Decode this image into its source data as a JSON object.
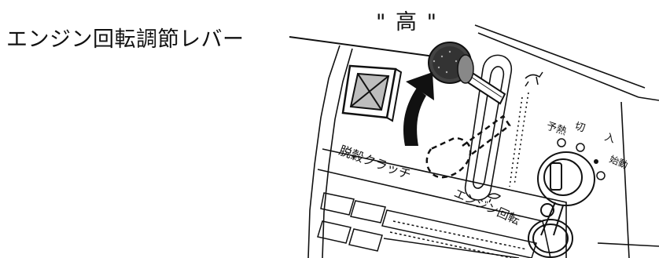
{
  "callout_label": "エンジン回転調節レバー",
  "position_label": "\" 高 \"",
  "panel": {
    "clutch_label": "脱穀クラッチ",
    "engine_label": "エンジン回転",
    "key_labels": {
      "preheat": "予熱",
      "off": "切",
      "on": "入",
      "start": "始動"
    }
  },
  "icons": [
    "hare-icon",
    "tortoise-icon",
    "up-arrow-icon",
    "lever-knob-icon",
    "ignition-key-icon"
  ]
}
